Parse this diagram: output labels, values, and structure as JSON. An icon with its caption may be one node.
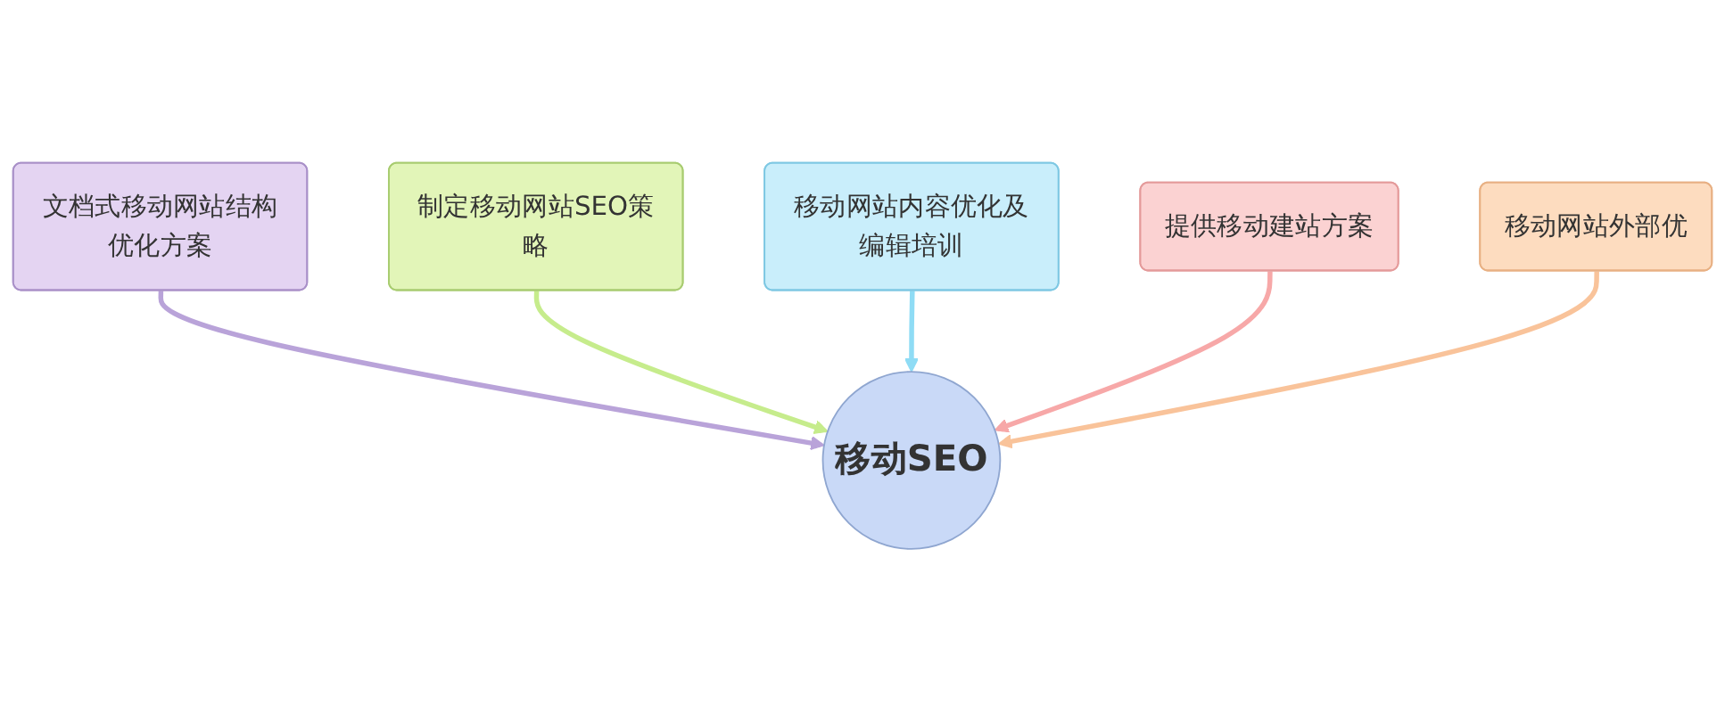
{
  "diagram": {
    "nodes": [
      {
        "text": [
          "移动SEO"
        ]
      },
      {
        "text": [
          "文档式移动网站结构优化方案"
        ]
      },
      {
        "text": [
          "制定移动网站SEO策略"
        ]
      },
      {
        "text": [
          "移动网站内容优化及编辑培训"
        ]
      },
      {
        "text": [
          "提供移动建站方案"
        ]
      },
      {
        "text": [
          "移动网站外部优"
        ]
      }
    ],
    "edges": [
      {
        "from": 1,
        "to": 0,
        "arrow": "to",
        "color": "#b9a3d9"
      },
      {
        "from": 2,
        "to": 0,
        "arrow": "to",
        "color": "#c6ec8c"
      },
      {
        "from": 3,
        "to": 0,
        "arrow": "to",
        "color": "#8fdcf5"
      },
      {
        "from": 4,
        "to": 0,
        "arrow": "to",
        "color": "#f7a8a8"
      },
      {
        "from": 5,
        "to": 0,
        "arrow": "to",
        "color": "#f9c39a"
      }
    ]
  }
}
